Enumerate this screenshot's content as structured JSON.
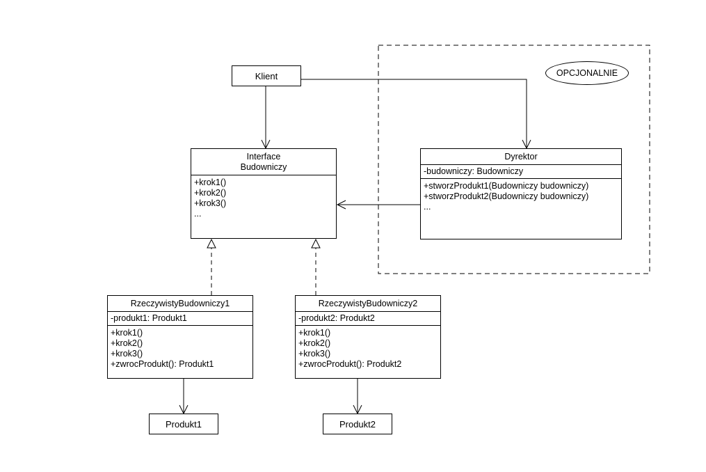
{
  "client": {
    "label": "Klient"
  },
  "optional_badge": {
    "label": "OPCJONALNIE"
  },
  "builder_interface": {
    "title_line1": "Interface",
    "title_line2": "Budowniczy",
    "operations": [
      "+krok1()",
      "+krok2()",
      "+krok3()",
      "..."
    ]
  },
  "director": {
    "title": "Dyrektor",
    "attributes": [
      "-budowniczy: Budowniczy"
    ],
    "operations": [
      "+stworzProdukt1(Budowniczy budowniczy)",
      "+stworzProdukt2(Budowniczy budowniczy)",
      "..."
    ]
  },
  "concrete_builder_1": {
    "title": "RzeczywistyBudowniczy1",
    "attributes": [
      "-produkt1: Produkt1"
    ],
    "operations": [
      "+krok1()",
      "+krok2()",
      "+krok3()",
      "+zwrocProdukt(): Produkt1"
    ]
  },
  "concrete_builder_2": {
    "title": "RzeczywistyBudowniczy2",
    "attributes": [
      "-produkt2: Produkt2"
    ],
    "operations": [
      "+krok1()",
      "+krok2()",
      "+krok3()",
      "+zwrocProdukt(): Produkt2"
    ]
  },
  "product_1": {
    "label": "Produkt1"
  },
  "product_2": {
    "label": "Produkt2"
  }
}
